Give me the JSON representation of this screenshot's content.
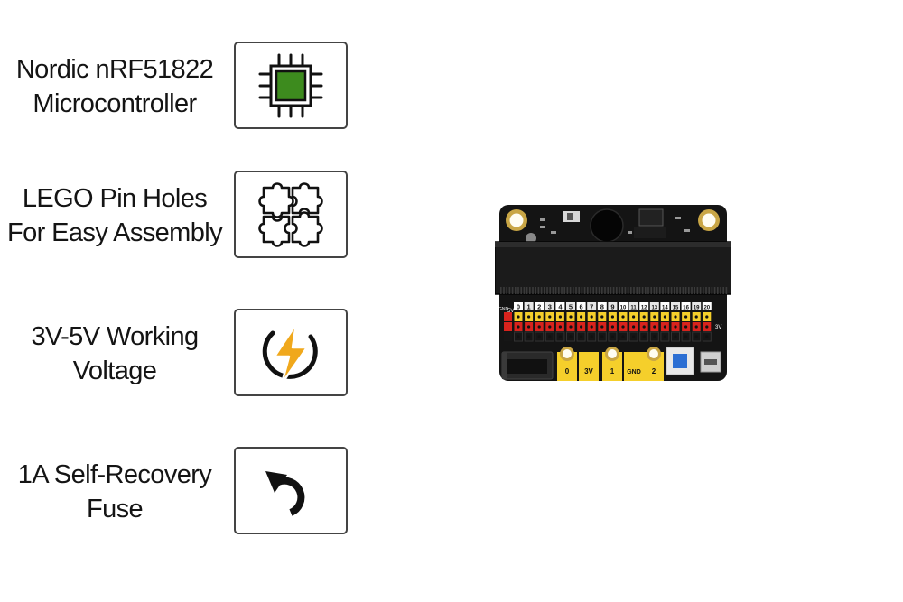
{
  "features": [
    {
      "lines": [
        "Nordic nRF51822",
        "Microcontroller"
      ],
      "icon": "microchip-icon"
    },
    {
      "lines": [
        "LEGO Pin Holes",
        "For Easy Assembly"
      ],
      "icon": "puzzle-icon"
    },
    {
      "lines": [
        "3V-5V Working",
        "Voltage"
      ],
      "icon": "lightning-icon"
    },
    {
      "lines": [
        "1A Self-Recovery",
        "Fuse"
      ],
      "icon": "undo-arrow-icon"
    }
  ],
  "board": {
    "pin_numbers": [
      "0",
      "1",
      "2",
      "3",
      "4",
      "5",
      "6",
      "7",
      "8",
      "9",
      "10",
      "11",
      "12",
      "13",
      "14",
      "15",
      "16",
      "19",
      "20"
    ],
    "left_labels": {
      "v5": "5V",
      "gnd": "GND"
    },
    "right_label": "3V",
    "bottom_pads": [
      "0",
      "3V",
      "1",
      "GND",
      "2"
    ],
    "colors": {
      "chip": "#3d8b1e",
      "bolt": "#f0a81c",
      "yellow": "#f5cf2b",
      "red": "#d8231d",
      "board": "#141414"
    }
  }
}
